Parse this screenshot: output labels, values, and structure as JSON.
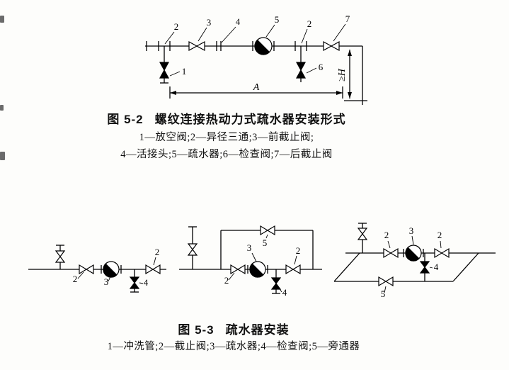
{
  "fig1": {
    "label": "图 5-2",
    "title": "螺纹连接热动力式疏水器安装形式",
    "legend_lines": [
      "1—放空阀;2—异径三通;3—前截止阀;",
      "4—活接头;5—疏水器;6—检查阀;7—后截止阀"
    ],
    "callouts": {
      "vent_valve": "1",
      "tee_left": "2",
      "front_stop_valve": "3",
      "union": "4",
      "steam_trap": "5",
      "check_valve": "6",
      "tee_right": "2",
      "rear_stop_valve": "7"
    },
    "dims": {
      "length": "A",
      "height": "≥H"
    }
  },
  "fig2": {
    "label": "图 5-3",
    "title": "疏水器安装",
    "legend_lines": [
      "1—冲洗管;2—截止阀;3—疏水器;4—检查阀;5—旁通器"
    ],
    "left": {
      "inlet_valve": "2",
      "steam_trap": "3",
      "check_valve": "4",
      "outlet_valve": "2"
    },
    "middle": {
      "bypass_valve": "5",
      "inlet_valve": "2",
      "steam_trap": "3",
      "check_valve": "4",
      "outlet_valve": "2"
    },
    "right": {
      "inlet_valve": "2",
      "steam_trap": "3",
      "outlet_valve": "2",
      "check_valve": "4",
      "bypass_valve": "5"
    }
  }
}
